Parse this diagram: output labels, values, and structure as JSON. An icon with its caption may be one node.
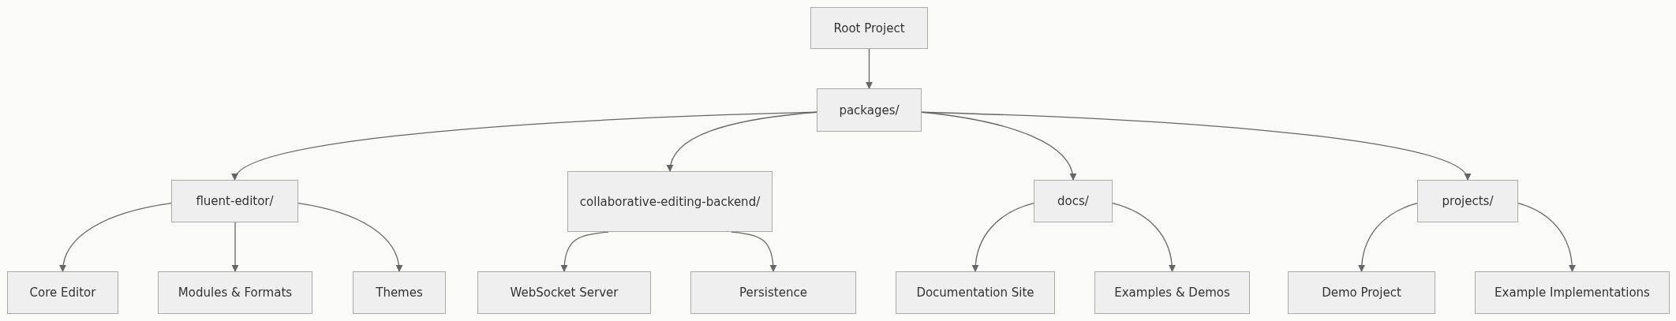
{
  "diagram": {
    "nodes": [
      {
        "text": [
          "Root Project"
        ]
      },
      {
        "text": [
          "packages/"
        ]
      },
      {
        "text": [
          "fluent-editor/"
        ]
      },
      {
        "text": [
          "collaborative-editing-backend/"
        ]
      },
      {
        "text": [
          "docs/"
        ]
      },
      {
        "text": [
          "projects/"
        ]
      },
      {
        "text": [
          "Core Editor"
        ]
      },
      {
        "text": [
          "Modules & Formats"
        ]
      },
      {
        "text": [
          "Themes"
        ]
      },
      {
        "text": [
          "WebSocket Server"
        ]
      },
      {
        "text": [
          "Persistence"
        ]
      },
      {
        "text": [
          "Documentation Site"
        ]
      },
      {
        "text": [
          "Examples & Demos"
        ]
      },
      {
        "text": [
          "Demo Project"
        ]
      },
      {
        "text": [
          "Example Implementations"
        ]
      }
    ],
    "edges": [
      {
        "from": 0,
        "to": 1,
        "arrow": "to"
      },
      {
        "from": 1,
        "to": 2,
        "arrow": "to"
      },
      {
        "from": 1,
        "to": 3,
        "arrow": "to"
      },
      {
        "from": 1,
        "to": 4,
        "arrow": "to"
      },
      {
        "from": 1,
        "to": 5,
        "arrow": "to"
      },
      {
        "from": 2,
        "to": 6,
        "arrow": "to"
      },
      {
        "from": 2,
        "to": 7,
        "arrow": "to"
      },
      {
        "from": 2,
        "to": 8,
        "arrow": "to"
      },
      {
        "from": 3,
        "to": 9,
        "arrow": "to"
      },
      {
        "from": 3,
        "to": 10,
        "arrow": "to"
      },
      {
        "from": 4,
        "to": 11,
        "arrow": "to"
      },
      {
        "from": 4,
        "to": 12,
        "arrow": "to"
      },
      {
        "from": 5,
        "to": 13,
        "arrow": "to"
      },
      {
        "from": 5,
        "to": 14,
        "arrow": "to"
      }
    ]
  }
}
